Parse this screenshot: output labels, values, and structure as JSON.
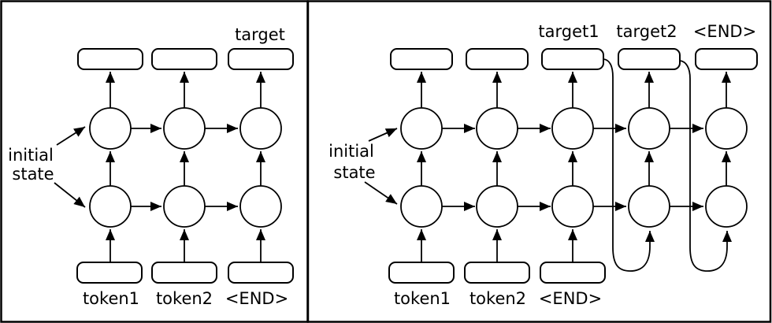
{
  "diagram": {
    "left_panel": {
      "output_labels": [
        "target"
      ],
      "input_labels": [
        "token1",
        "token2",
        "<END>"
      ],
      "initial_state_line1": "initial",
      "initial_state_line2": "state"
    },
    "right_panel": {
      "output_labels": [
        "target1",
        "target2",
        "<END>"
      ],
      "input_labels": [
        "token1",
        "token2",
        "<END>"
      ],
      "initial_state_line1": "initial",
      "initial_state_line2": "state"
    }
  },
  "colors": {
    "stroke": "#000000",
    "fill": "#ffffff",
    "background": "#ffffff"
  }
}
